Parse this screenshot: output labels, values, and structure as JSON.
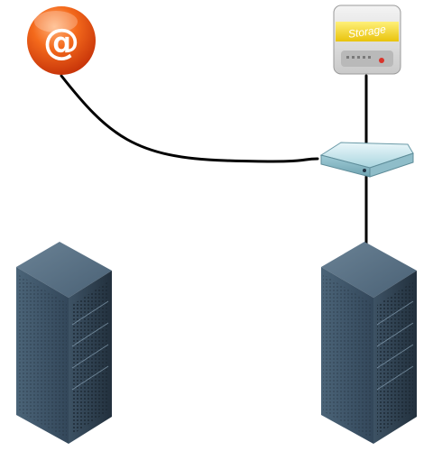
{
  "nodes": {
    "email": {
      "icon": "email-at-icon",
      "glyph": "@"
    },
    "storage": {
      "icon": "storage-drive-icon",
      "label": "Storage"
    },
    "switch": {
      "icon": "network-switch-icon"
    },
    "server_left": {
      "icon": "server-rack-icon"
    },
    "server_right": {
      "icon": "server-rack-icon"
    }
  },
  "connections": [
    {
      "from": "email",
      "to": "switch"
    },
    {
      "from": "storage",
      "to": "switch"
    },
    {
      "from": "switch",
      "to": "server_right"
    }
  ],
  "colors": {
    "background": "#ffffff",
    "link": "#000000",
    "email_orange": "#f15a12",
    "storage_yellow": "#f2d51c",
    "switch_teal": "#bfe3ea",
    "server_navy": "#2c3e50"
  }
}
